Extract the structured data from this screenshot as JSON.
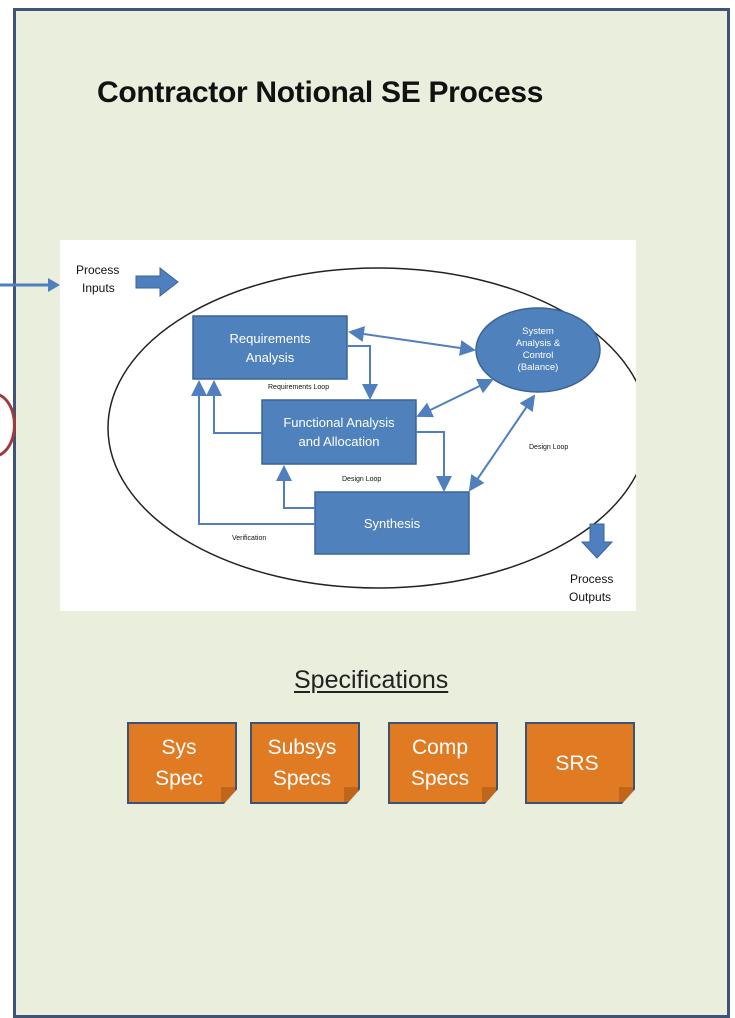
{
  "slide": {
    "title": "Contractor Notional SE Process"
  },
  "diagram": {
    "process_inputs": [
      "Process",
      "Inputs"
    ],
    "process_outputs": [
      "Process",
      "Outputs"
    ],
    "boxes": {
      "requirements_analysis": [
        "Requirements",
        "Analysis"
      ],
      "functional_analysis": [
        "Functional Analysis",
        "and Allocation"
      ],
      "synthesis": "Synthesis",
      "system_analysis": [
        "System",
        "Analysis &",
        "Control",
        "(Balance)"
      ]
    },
    "loops": {
      "requirements_loop": "Requirements Loop",
      "design_loop_inner": "Design Loop",
      "design_loop_outer": "Design Loop",
      "verification": "Verification"
    },
    "colors": {
      "box_fill": "#4f81bd",
      "box_border": "#3a6496",
      "arrow": "#4f7fbf"
    }
  },
  "specifications": {
    "heading": "Specifications",
    "items": [
      {
        "label": "Sys\nSpec"
      },
      {
        "label": "Subsys\nSpecs"
      },
      {
        "label": "Comp\nSpecs"
      },
      {
        "label": "SRS"
      }
    ],
    "colors": {
      "fill": "#e07a23",
      "border": "#3e5271"
    }
  }
}
